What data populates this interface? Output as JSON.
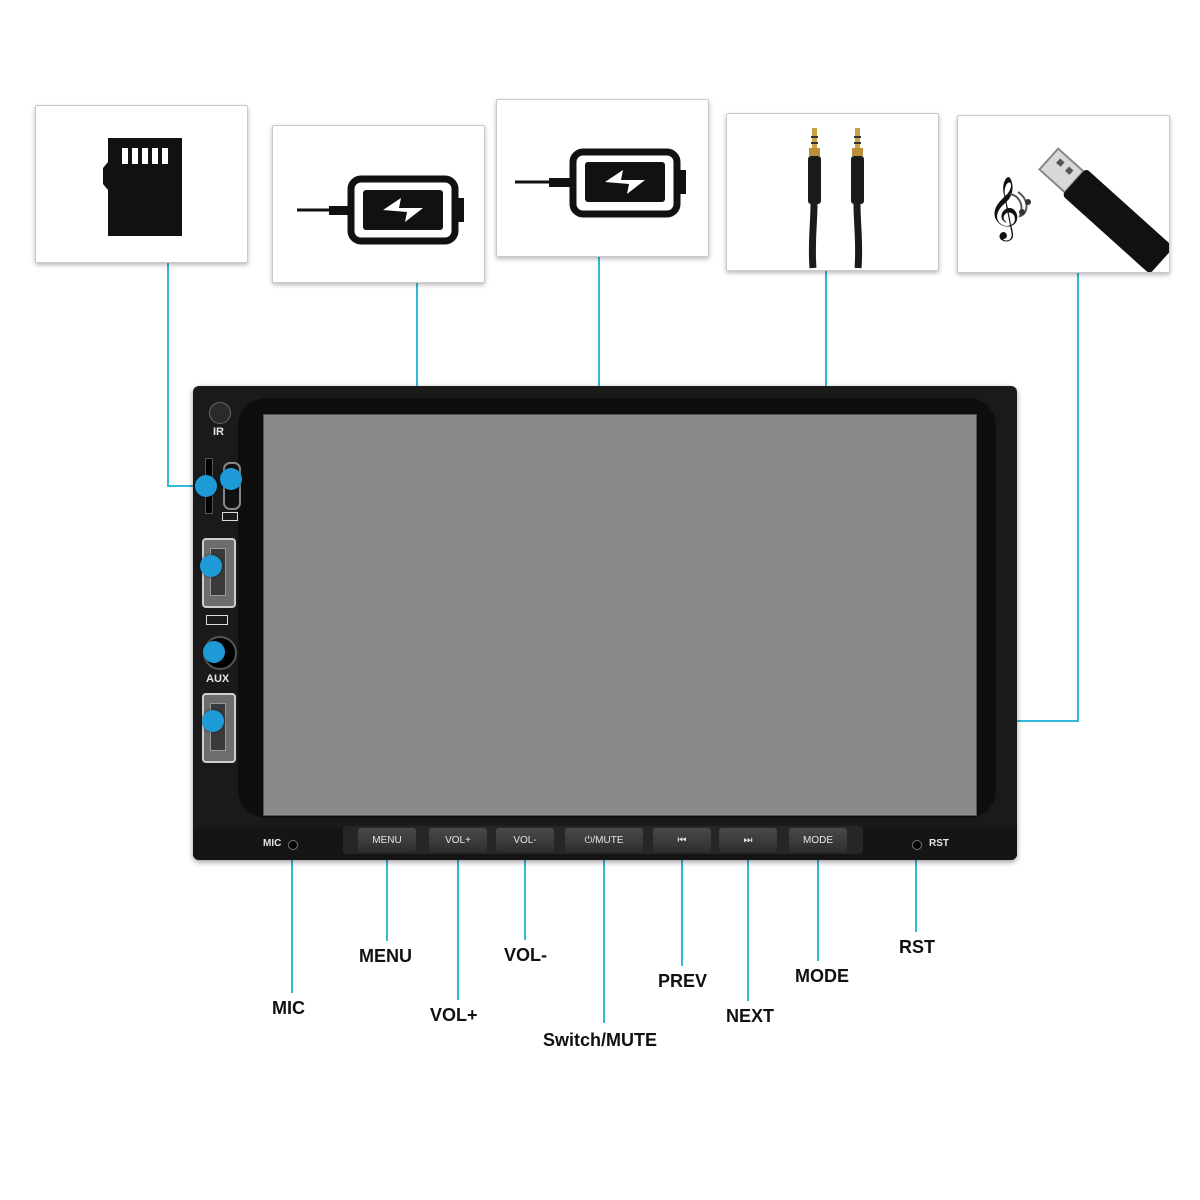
{
  "accent_color": "#35b8d6",
  "cards": [
    {
      "name": "tf-card",
      "icon": "sd-card-icon"
    },
    {
      "name": "charger-1",
      "icon": "battery-charging-icon"
    },
    {
      "name": "charger-2",
      "icon": "battery-charging-icon"
    },
    {
      "name": "aux-cable",
      "icon": "audio-cable-icon"
    },
    {
      "name": "usb-drive",
      "icon": "usb-drive-icon"
    }
  ],
  "panel": {
    "ir_label": "IR",
    "aux_label": "AUX",
    "mic_label": "MIC",
    "rst_label": "RST",
    "buttons": {
      "menu": "MENU",
      "vol_up": "VOL+",
      "vol_down": "VOL-",
      "power_mute": "⏻/MUTE",
      "prev": "⏮",
      "next": "⏭",
      "mode": "MODE"
    }
  },
  "callouts": {
    "mic": "MIC",
    "menu": "MENU",
    "vol_up": "VOL+",
    "vol_down": "VOL-",
    "switch_mute": "Switch/MUTE",
    "prev": "PREV",
    "next": "NEXT",
    "mode": "MODE",
    "rst": "RST"
  }
}
